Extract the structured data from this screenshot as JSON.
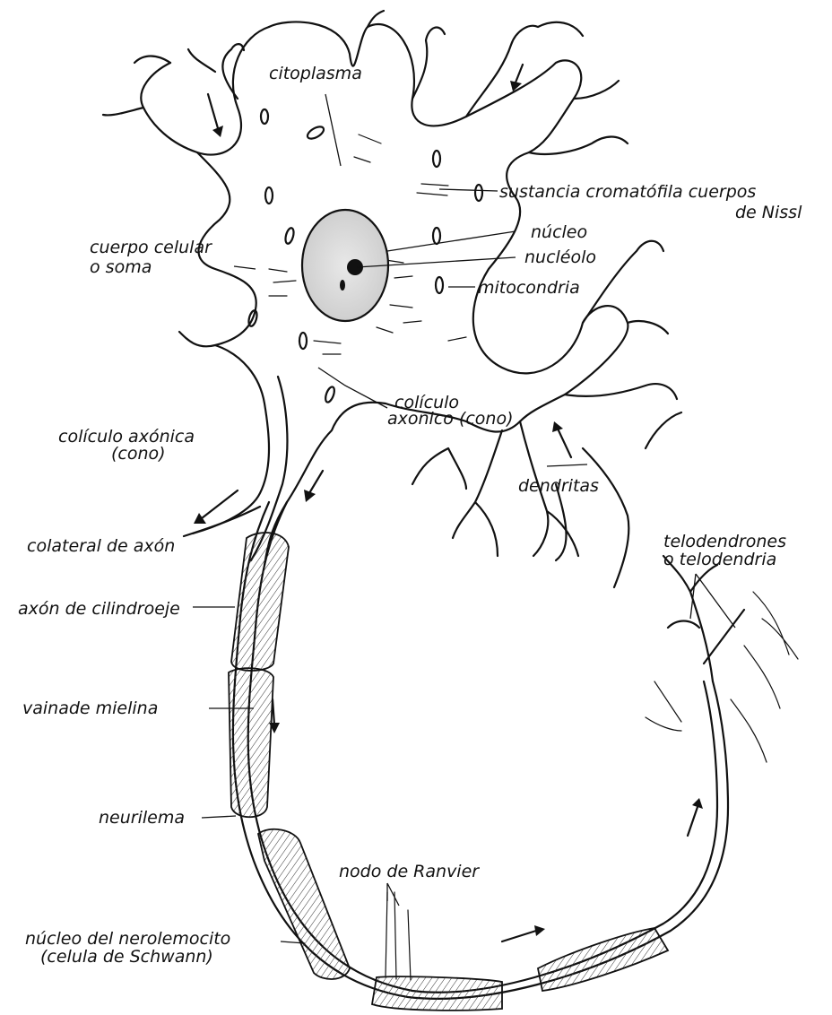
{
  "labels": {
    "citoplasma": "citoplasma",
    "sustancia": "sustancia cromatófila cuerpos",
    "nissl": "de Nissl",
    "nucleo": "núcleo",
    "nucleolo": "nucléolo",
    "mitocondria": "mitocondria",
    "cuerpo_celular": "cuerpo celular",
    "soma": "o soma",
    "coliculo_center_1": "colículo",
    "coliculo_center_2": "axonico (cono)",
    "coliculo_left_1": "colículo axónica",
    "coliculo_left_2": "(cono)",
    "dendritas": "dendritas",
    "colateral": "colateral de axón",
    "telodendrones_1": "telodendrones",
    "telodendrones_2": "o telodendria",
    "axon": "axón de cilindroeje",
    "vaina": "vainade mielina",
    "neurilema": "neurilema",
    "nodo": "nodo de Ranvier",
    "nucleo_neuro_1": "núcleo del nerolemocito",
    "nucleo_neuro_2": "(celula de Schwann)"
  }
}
